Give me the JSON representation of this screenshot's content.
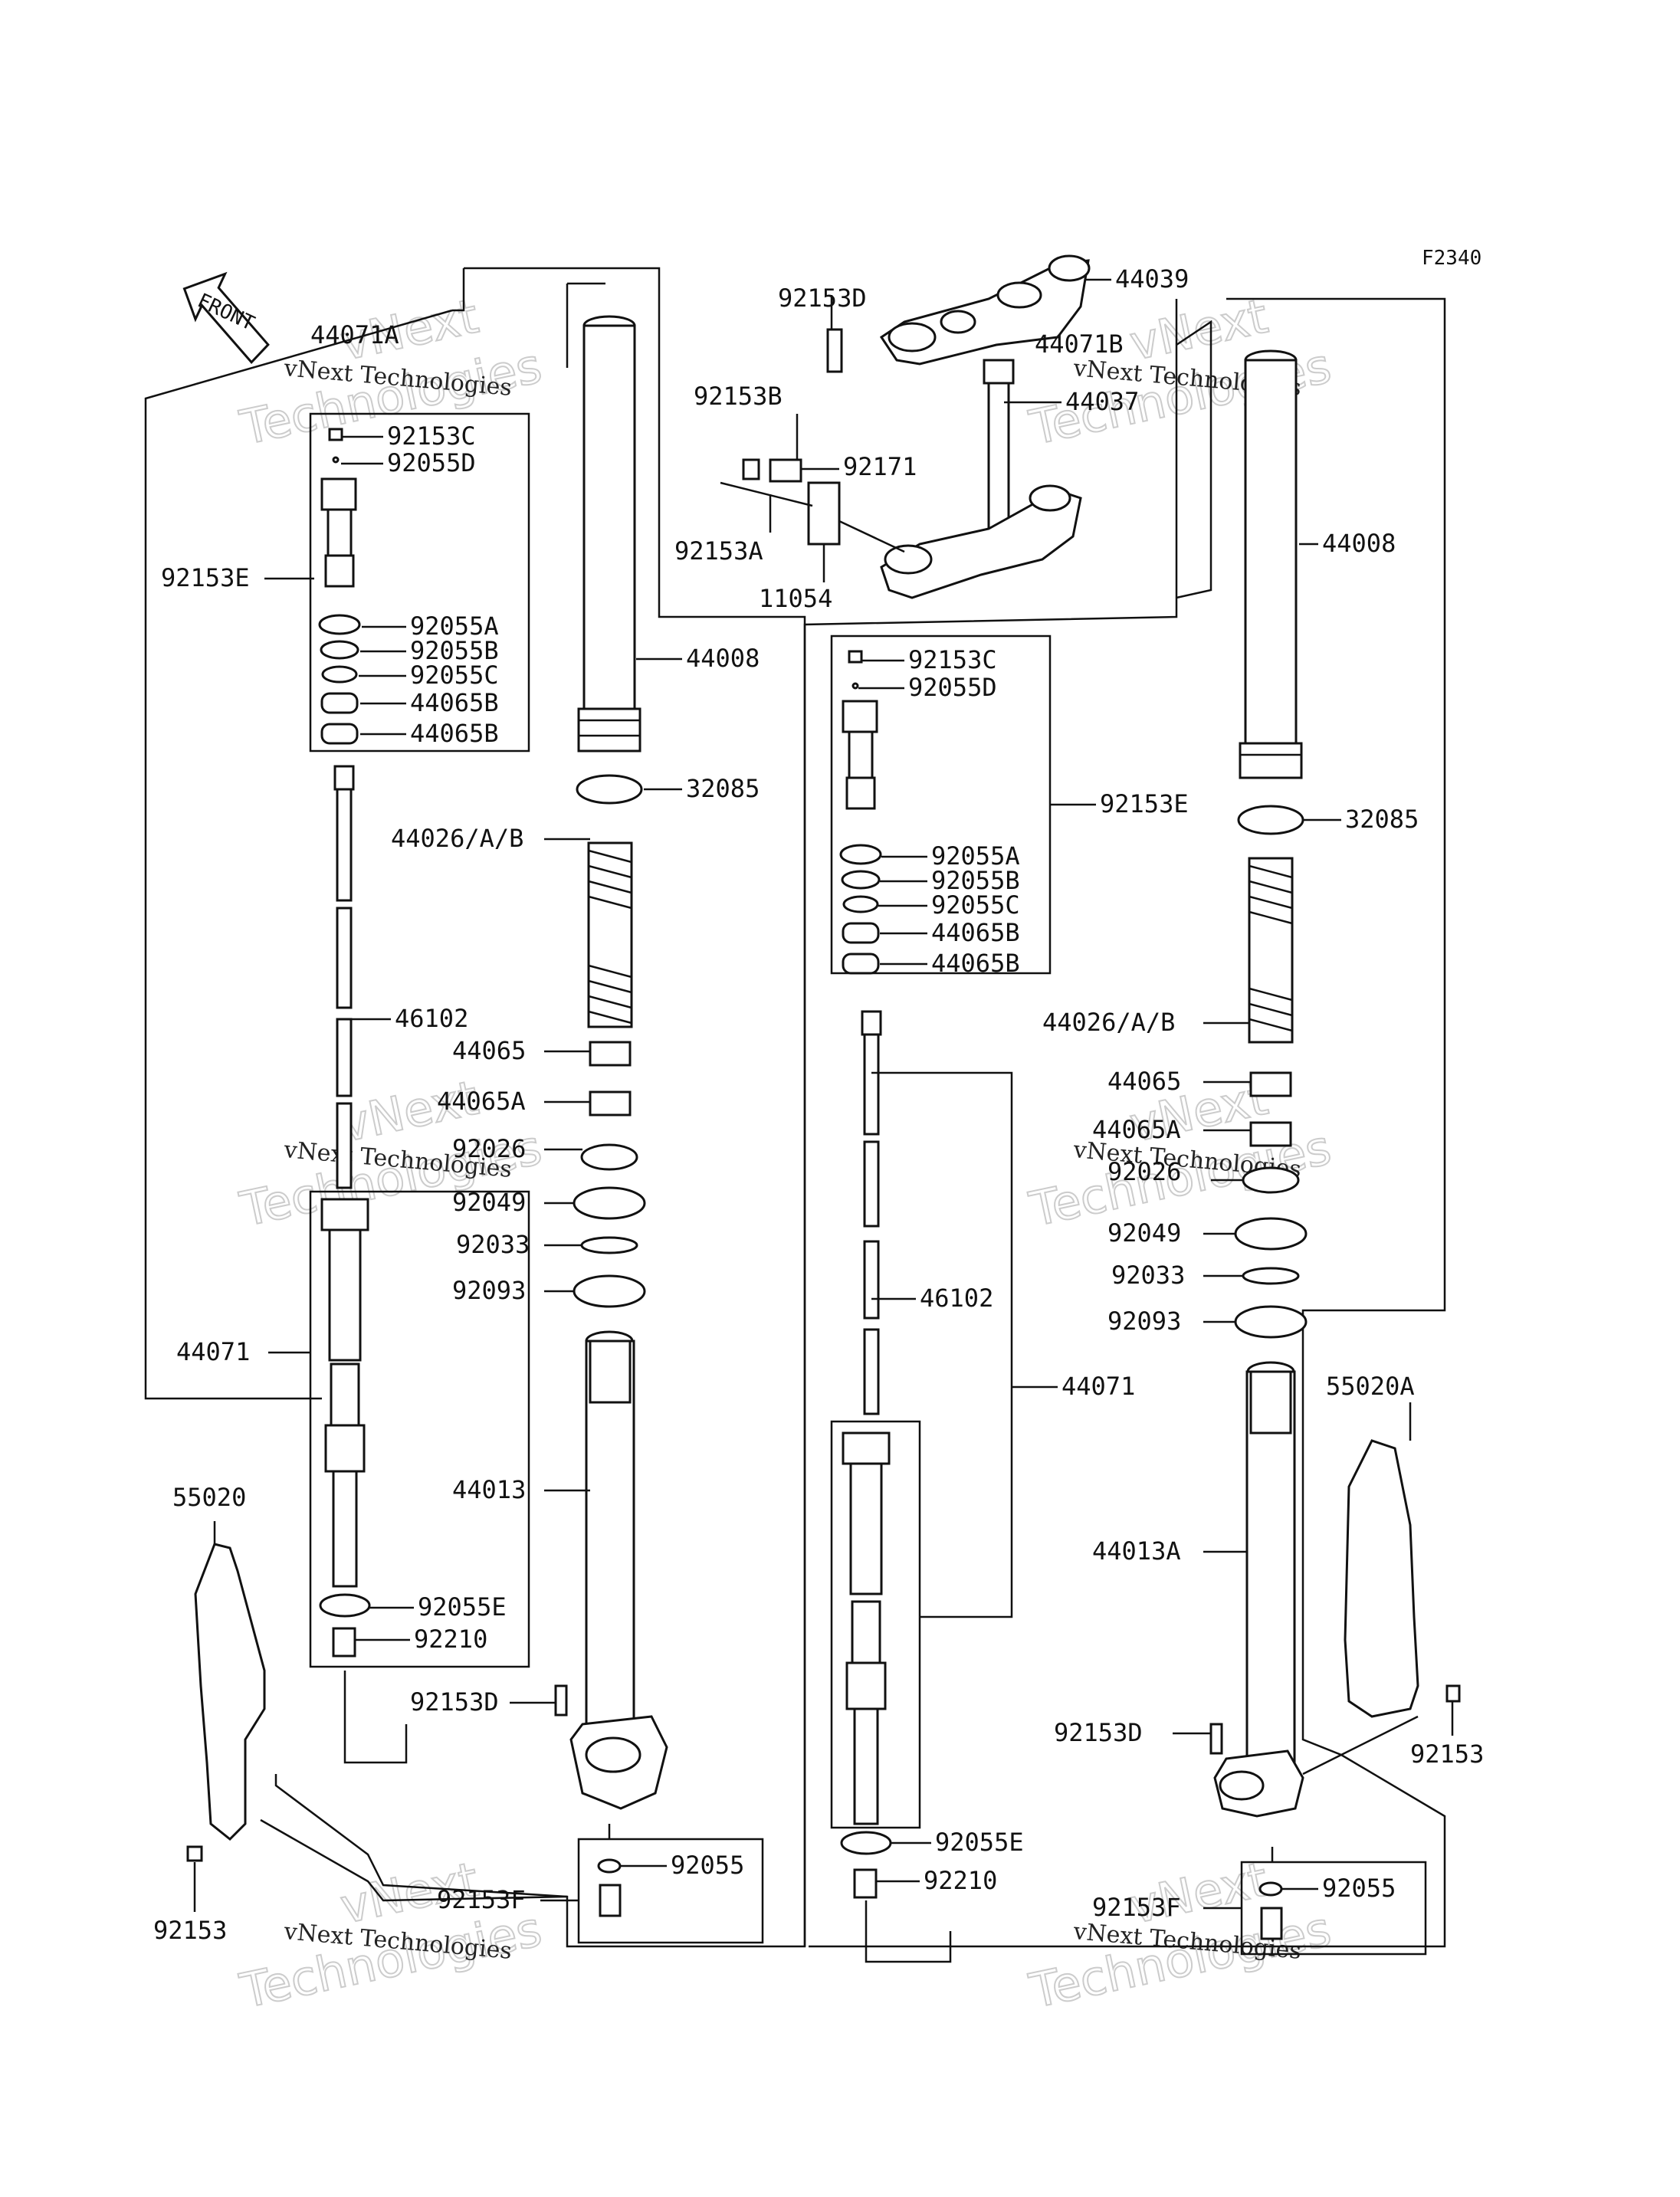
{
  "figure_code": "F2340",
  "front_arrow_label": "FRONT",
  "watermark": {
    "line1": "vNext Technologies",
    "line2": "vNext",
    "line3": "Technologies"
  },
  "labels": {
    "p44071A": "44071A",
    "p44071B": "44071B",
    "p44039": "44039",
    "p44037": "44037",
    "p92153D_top": "92153D",
    "p92153B": "92153B",
    "p92171": "92171",
    "p92153A": "92153A",
    "p11054": "11054",
    "L_92153C": "92153C",
    "L_92055D": "92055D",
    "L_92153E": "92153E",
    "L_92055A": "92055A",
    "L_92055B": "92055B",
    "L_92055C": "92055C",
    "L_44065B_1": "44065B",
    "L_44065B_2": "44065B",
    "L_44008": "44008",
    "L_32085": "32085",
    "L_44026": "44026/A/B",
    "L_46102": "46102",
    "L_44065": "44065",
    "L_44065A": "44065A",
    "L_92026": "92026",
    "L_92049": "92049",
    "L_92033": "92033",
    "L_92093": "92093",
    "L_44071": "44071",
    "L_44013": "44013",
    "L_55020": "55020",
    "L_92055E": "92055E",
    "L_92210": "92210",
    "L_92153D": "92153D",
    "L_92153F": "92153F",
    "L_92055": "92055",
    "L_92153": "92153",
    "R_92153C": "92153C",
    "R_92055D": "92055D",
    "R_92153E": "92153E",
    "R_92055A": "92055A",
    "R_92055B": "92055B",
    "R_92055C": "92055C",
    "R_44065B_1": "44065B",
    "R_44065B_2": "44065B",
    "R_44008": "44008",
    "R_32085": "32085",
    "R_44026": "44026/A/B",
    "R_44065": "44065",
    "R_44065A": "44065A",
    "R_92026": "92026",
    "R_92049": "92049",
    "R_92033": "92033",
    "R_92093": "92093",
    "R_46102": "46102",
    "R_44071": "44071",
    "R_55020A": "55020A",
    "R_44013A": "44013A",
    "R_92153D": "92153D",
    "R_92153": "92153",
    "R_92055E": "92055E",
    "R_92210": "92210",
    "R_92153F": "92153F",
    "R_92055": "92055"
  }
}
